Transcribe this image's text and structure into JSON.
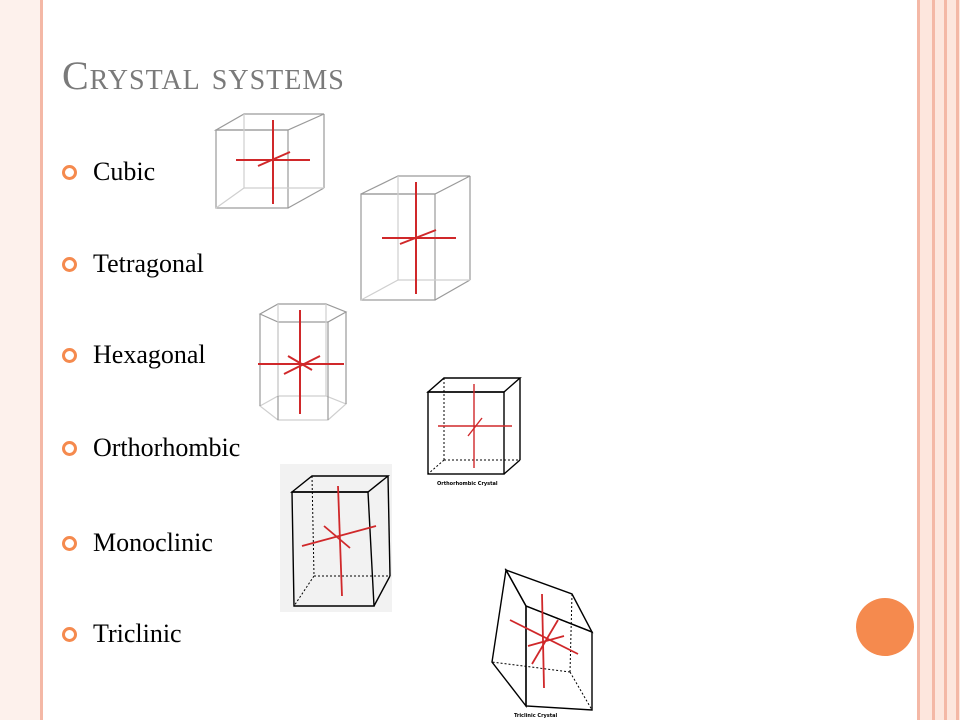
{
  "slide": {
    "title": "Crystal systems",
    "bullets": [
      "Cubic",
      "Tetragonal",
      "Hexagonal",
      "Orthorhombic",
      "Monoclinic",
      "Triclinic"
    ],
    "captions": {
      "orthorhombic": "Orthorhombic Crystal",
      "triclinic": "Triclinic Crystal"
    }
  },
  "colors": {
    "accent": "#f58a4e",
    "frame": "#f4b8a6",
    "axis": "#d0282a",
    "title": "#7a7a7a"
  },
  "icons": {
    "bullet": "ring-bullet-icon"
  }
}
